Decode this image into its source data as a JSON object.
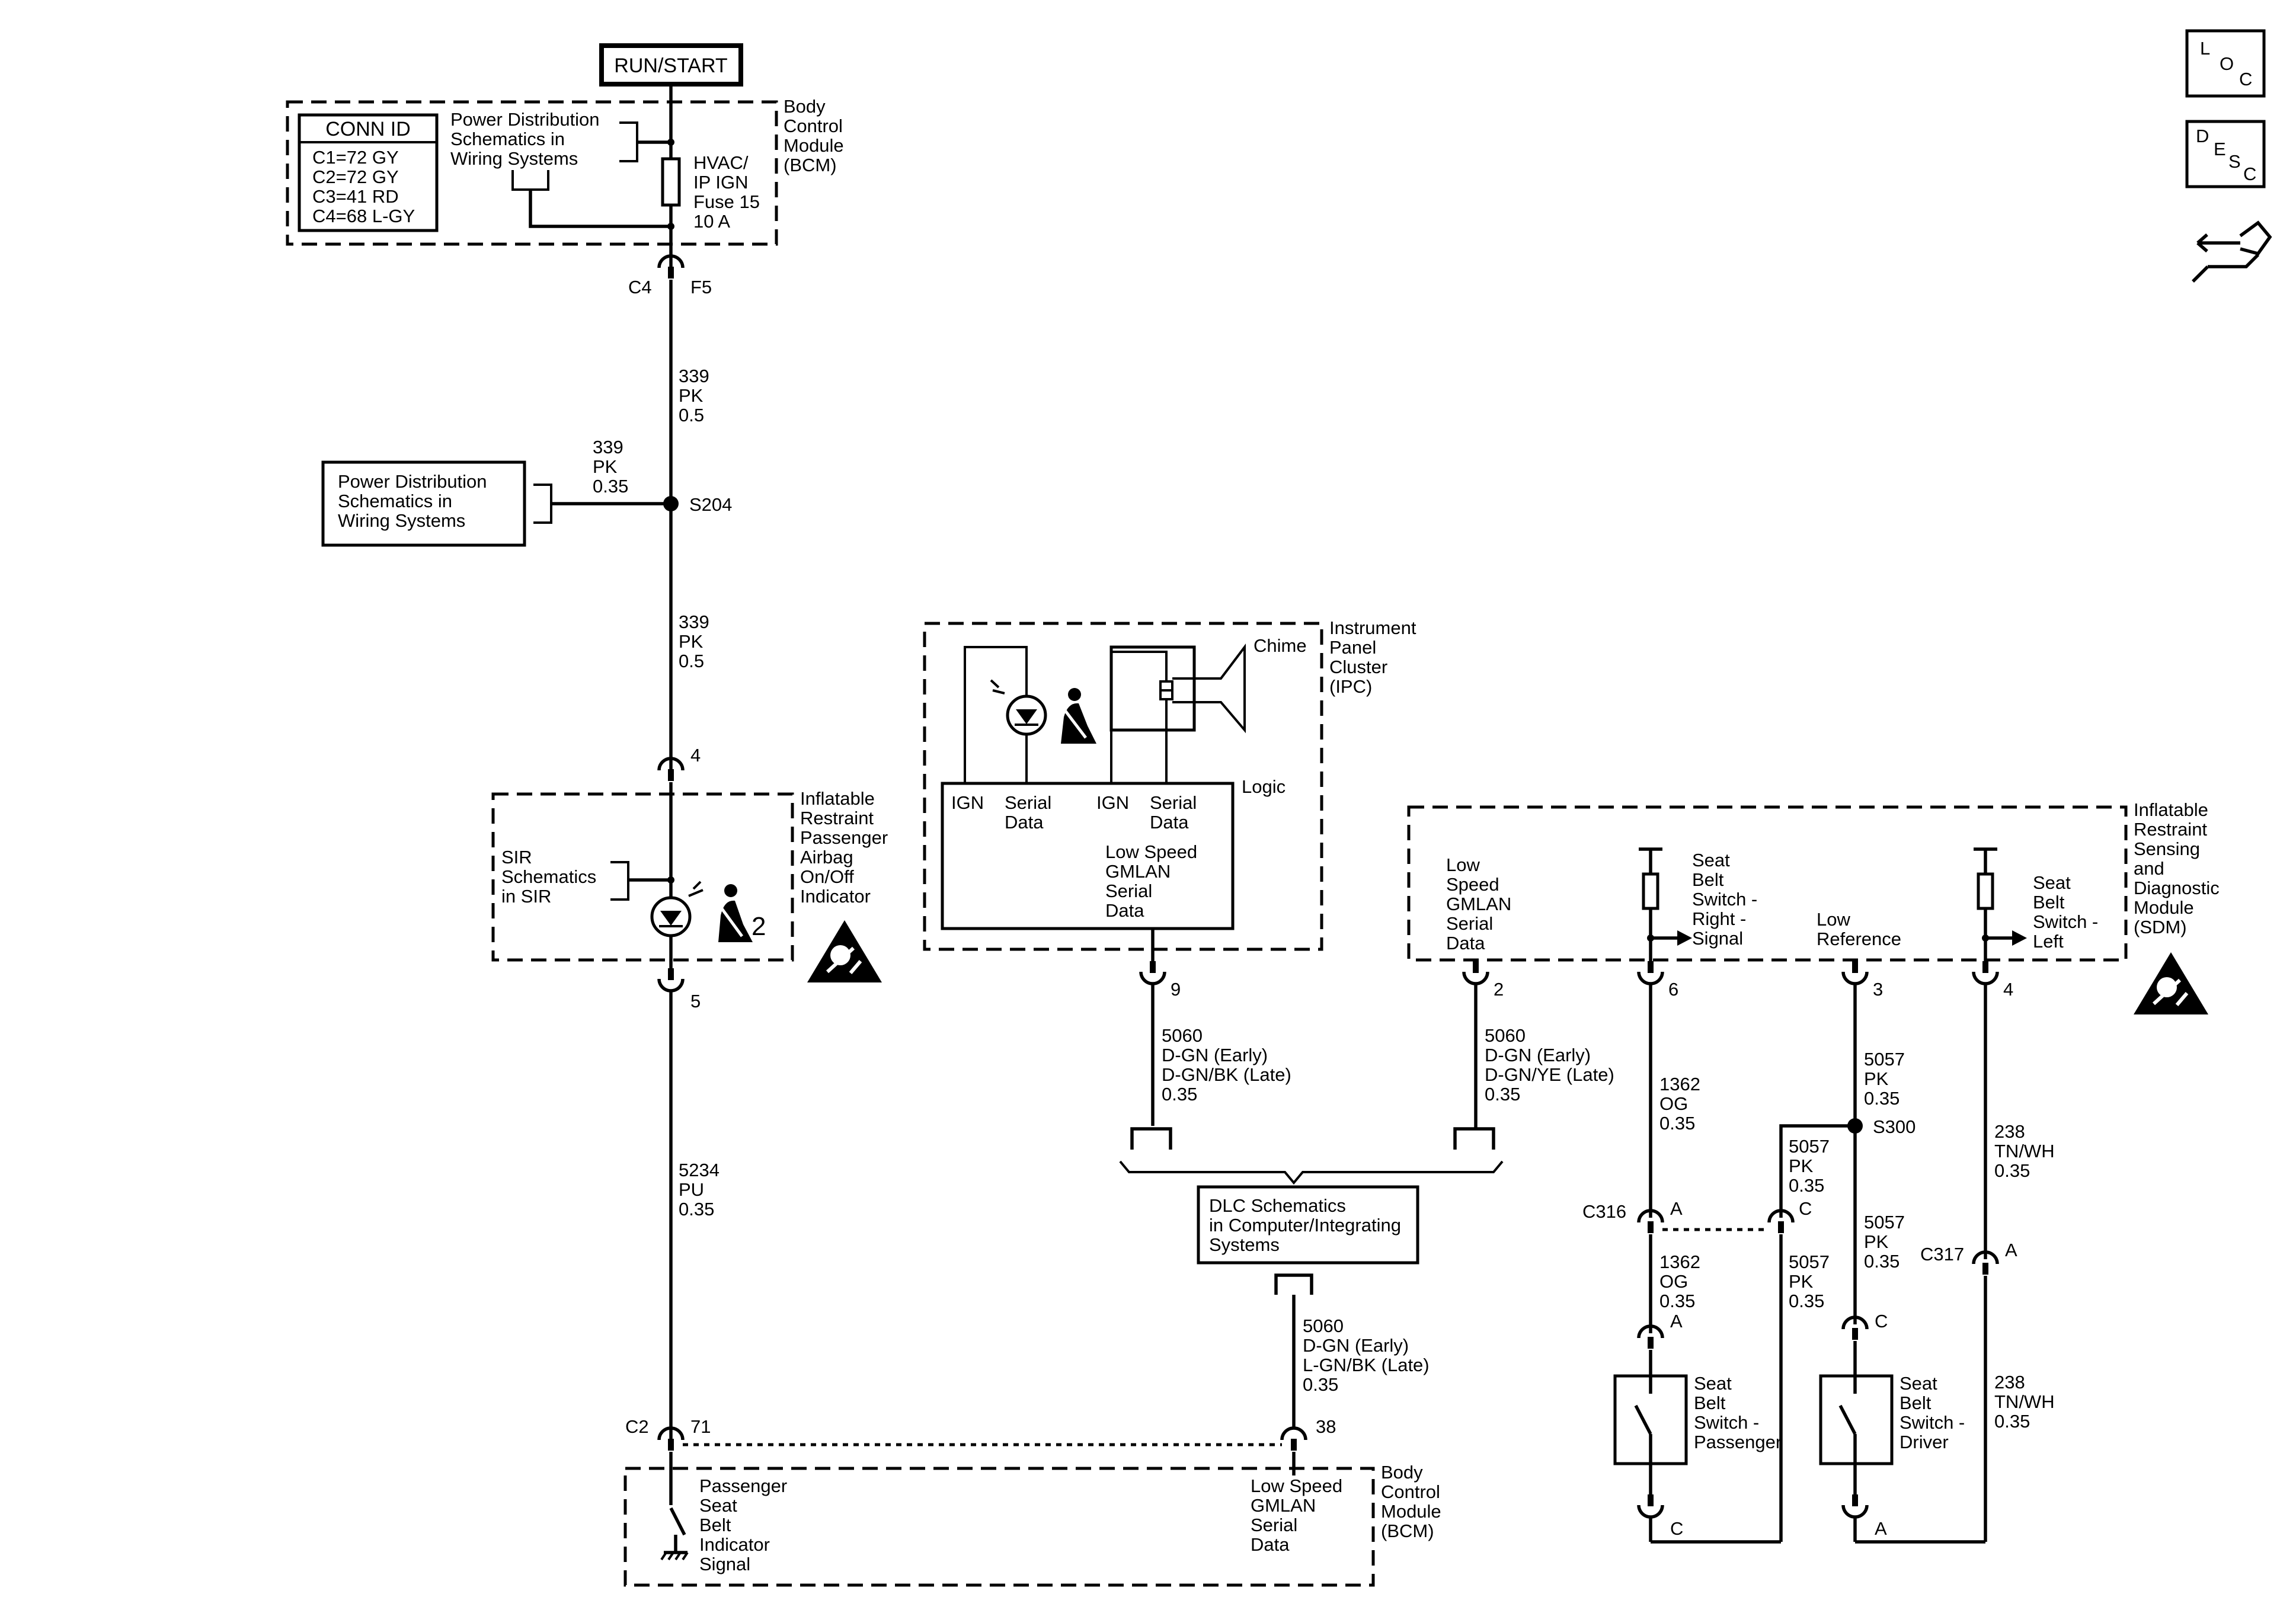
{
  "run_start": "RUN/START",
  "conn_id": {
    "title": "CONN ID",
    "rows": [
      "C1=72 GY",
      "C2=72 GY",
      "C3=41 RD",
      "C4=68 L-GY"
    ]
  },
  "pds_ref_top": [
    "Power Distribution",
    "Schematics in",
    "Wiring Systems"
  ],
  "pds_ref_mid": [
    "Power Distribution",
    "Schematics in",
    "Wiring Systems"
  ],
  "fuse_label": [
    "HVAC/",
    "IP IGN",
    "Fuse 15",
    "10 A"
  ],
  "bcm_top": [
    "Body",
    "Control",
    "Module",
    "(BCM)"
  ],
  "bcm_bottom": [
    "Body",
    "Control",
    "Module",
    "(BCM)"
  ],
  "conn_c4": "C4",
  "pin_f5": "F5",
  "wire_339_a": [
    "339",
    "PK",
    "0.5"
  ],
  "wire_339_b": [
    "339",
    "PK",
    "0.35"
  ],
  "splice_s204": "S204",
  "wire_339_c": [
    "339",
    "PK",
    "0.5"
  ],
  "pin_4": "4",
  "pin_5": "5",
  "airbag_label": [
    "Inflatable",
    "Restraint",
    "Passenger",
    "Airbag",
    "On/Off",
    "Indicator"
  ],
  "sir_ref": [
    "SIR",
    "Schematics",
    "in SIR"
  ],
  "indicator_num": "2",
  "wire_5234": [
    "5234",
    "PU",
    "0.35"
  ],
  "conn_c2": "C2",
  "pin_71": "71",
  "pin_38": "38",
  "bcm_pass_signal": [
    "Passenger",
    "Seat",
    "Belt",
    "Indicator",
    "Signal"
  ],
  "bcm_gmlan": [
    "Low Speed",
    "GMLAN",
    "Serial",
    "Data"
  ],
  "ipc_label": [
    "Instrument",
    "Panel",
    "Cluster",
    "(IPC)"
  ],
  "chime": "Chime",
  "logic": "Logic",
  "ipc_ign_1": "IGN",
  "ipc_serial_1": [
    "Serial",
    "Data"
  ],
  "ipc_ign_2": "IGN",
  "ipc_serial_2": [
    "Serial",
    "Data"
  ],
  "ipc_gmlan": [
    "Low Speed",
    "GMLAN",
    "Serial",
    "Data"
  ],
  "pin_9": "9",
  "wire_5060_ipc": [
    "5060",
    "D-GN (Early)",
    "D-GN/BK (Late)",
    "0.35"
  ],
  "pin_2": "2",
  "wire_5060_sdm": [
    "5060",
    "D-GN (Early)",
    "D-GN/YE (Late)",
    "0.35"
  ],
  "dlc_ref": [
    "DLC Schematics",
    "in Computer/Integrating",
    "Systems"
  ],
  "wire_5060_bcm": [
    "5060",
    "D-GN (Early)",
    "L-GN/BK (Late)",
    "0.35"
  ],
  "sdm_label": [
    "Inflatable",
    "Restraint",
    "Sensing",
    "and",
    "Diagnostic",
    "Module",
    "(SDM)"
  ],
  "sdm_gmlan": [
    "Low",
    "Speed",
    "GMLAN",
    "Serial",
    "Data"
  ],
  "sdm_sb_right": [
    "Seat",
    "Belt",
    "Switch -",
    "Right -",
    "Signal"
  ],
  "sdm_low_ref": [
    "Low",
    "Reference"
  ],
  "sdm_sb_left": [
    "Seat",
    "Belt",
    "Switch -",
    "Left"
  ],
  "pin_6": "6",
  "pin_3": "3",
  "pin_4_sdm": "4",
  "wire_1362_a": [
    "1362",
    "OG",
    "0.35"
  ],
  "wire_5057_a": [
    "5057",
    "PK",
    "0.35"
  ],
  "splice_s300": "S300",
  "wire_5057_b": [
    "5057",
    "PK",
    "0.35"
  ],
  "wire_238_a": [
    "238",
    "TN/WH",
    "0.35"
  ],
  "conn_c316": "C316",
  "pin_a_c316": "A",
  "pin_c_c316": "C",
  "wire_5057_c": [
    "5057",
    "PK",
    "0.35"
  ],
  "conn_c317": "C317",
  "pin_a_c317": "A",
  "wire_1362_b": [
    "1362",
    "OG",
    "0.35"
  ],
  "pin_a_pass": "A",
  "wire_5057_d": [
    "5057",
    "PK",
    "0.35"
  ],
  "pin_c_drv": "C",
  "wire_238_b": [
    "238",
    "TN/WH",
    "0.35"
  ],
  "sb_passenger": [
    "Seat",
    "Belt",
    "Switch -",
    "Passenger"
  ],
  "sb_driver": [
    "Seat",
    "Belt",
    "Switch -",
    "Driver"
  ],
  "pin_c_pass_bottom": "C",
  "pin_a_drv_bottom": "A",
  "icons": {
    "loc": [
      "L",
      "O",
      "C"
    ],
    "desc": [
      "D",
      "E",
      "S",
      "C"
    ],
    "connector_view": "connector-end-view-icon",
    "airbag_warning": "airbag-warning-icon"
  }
}
